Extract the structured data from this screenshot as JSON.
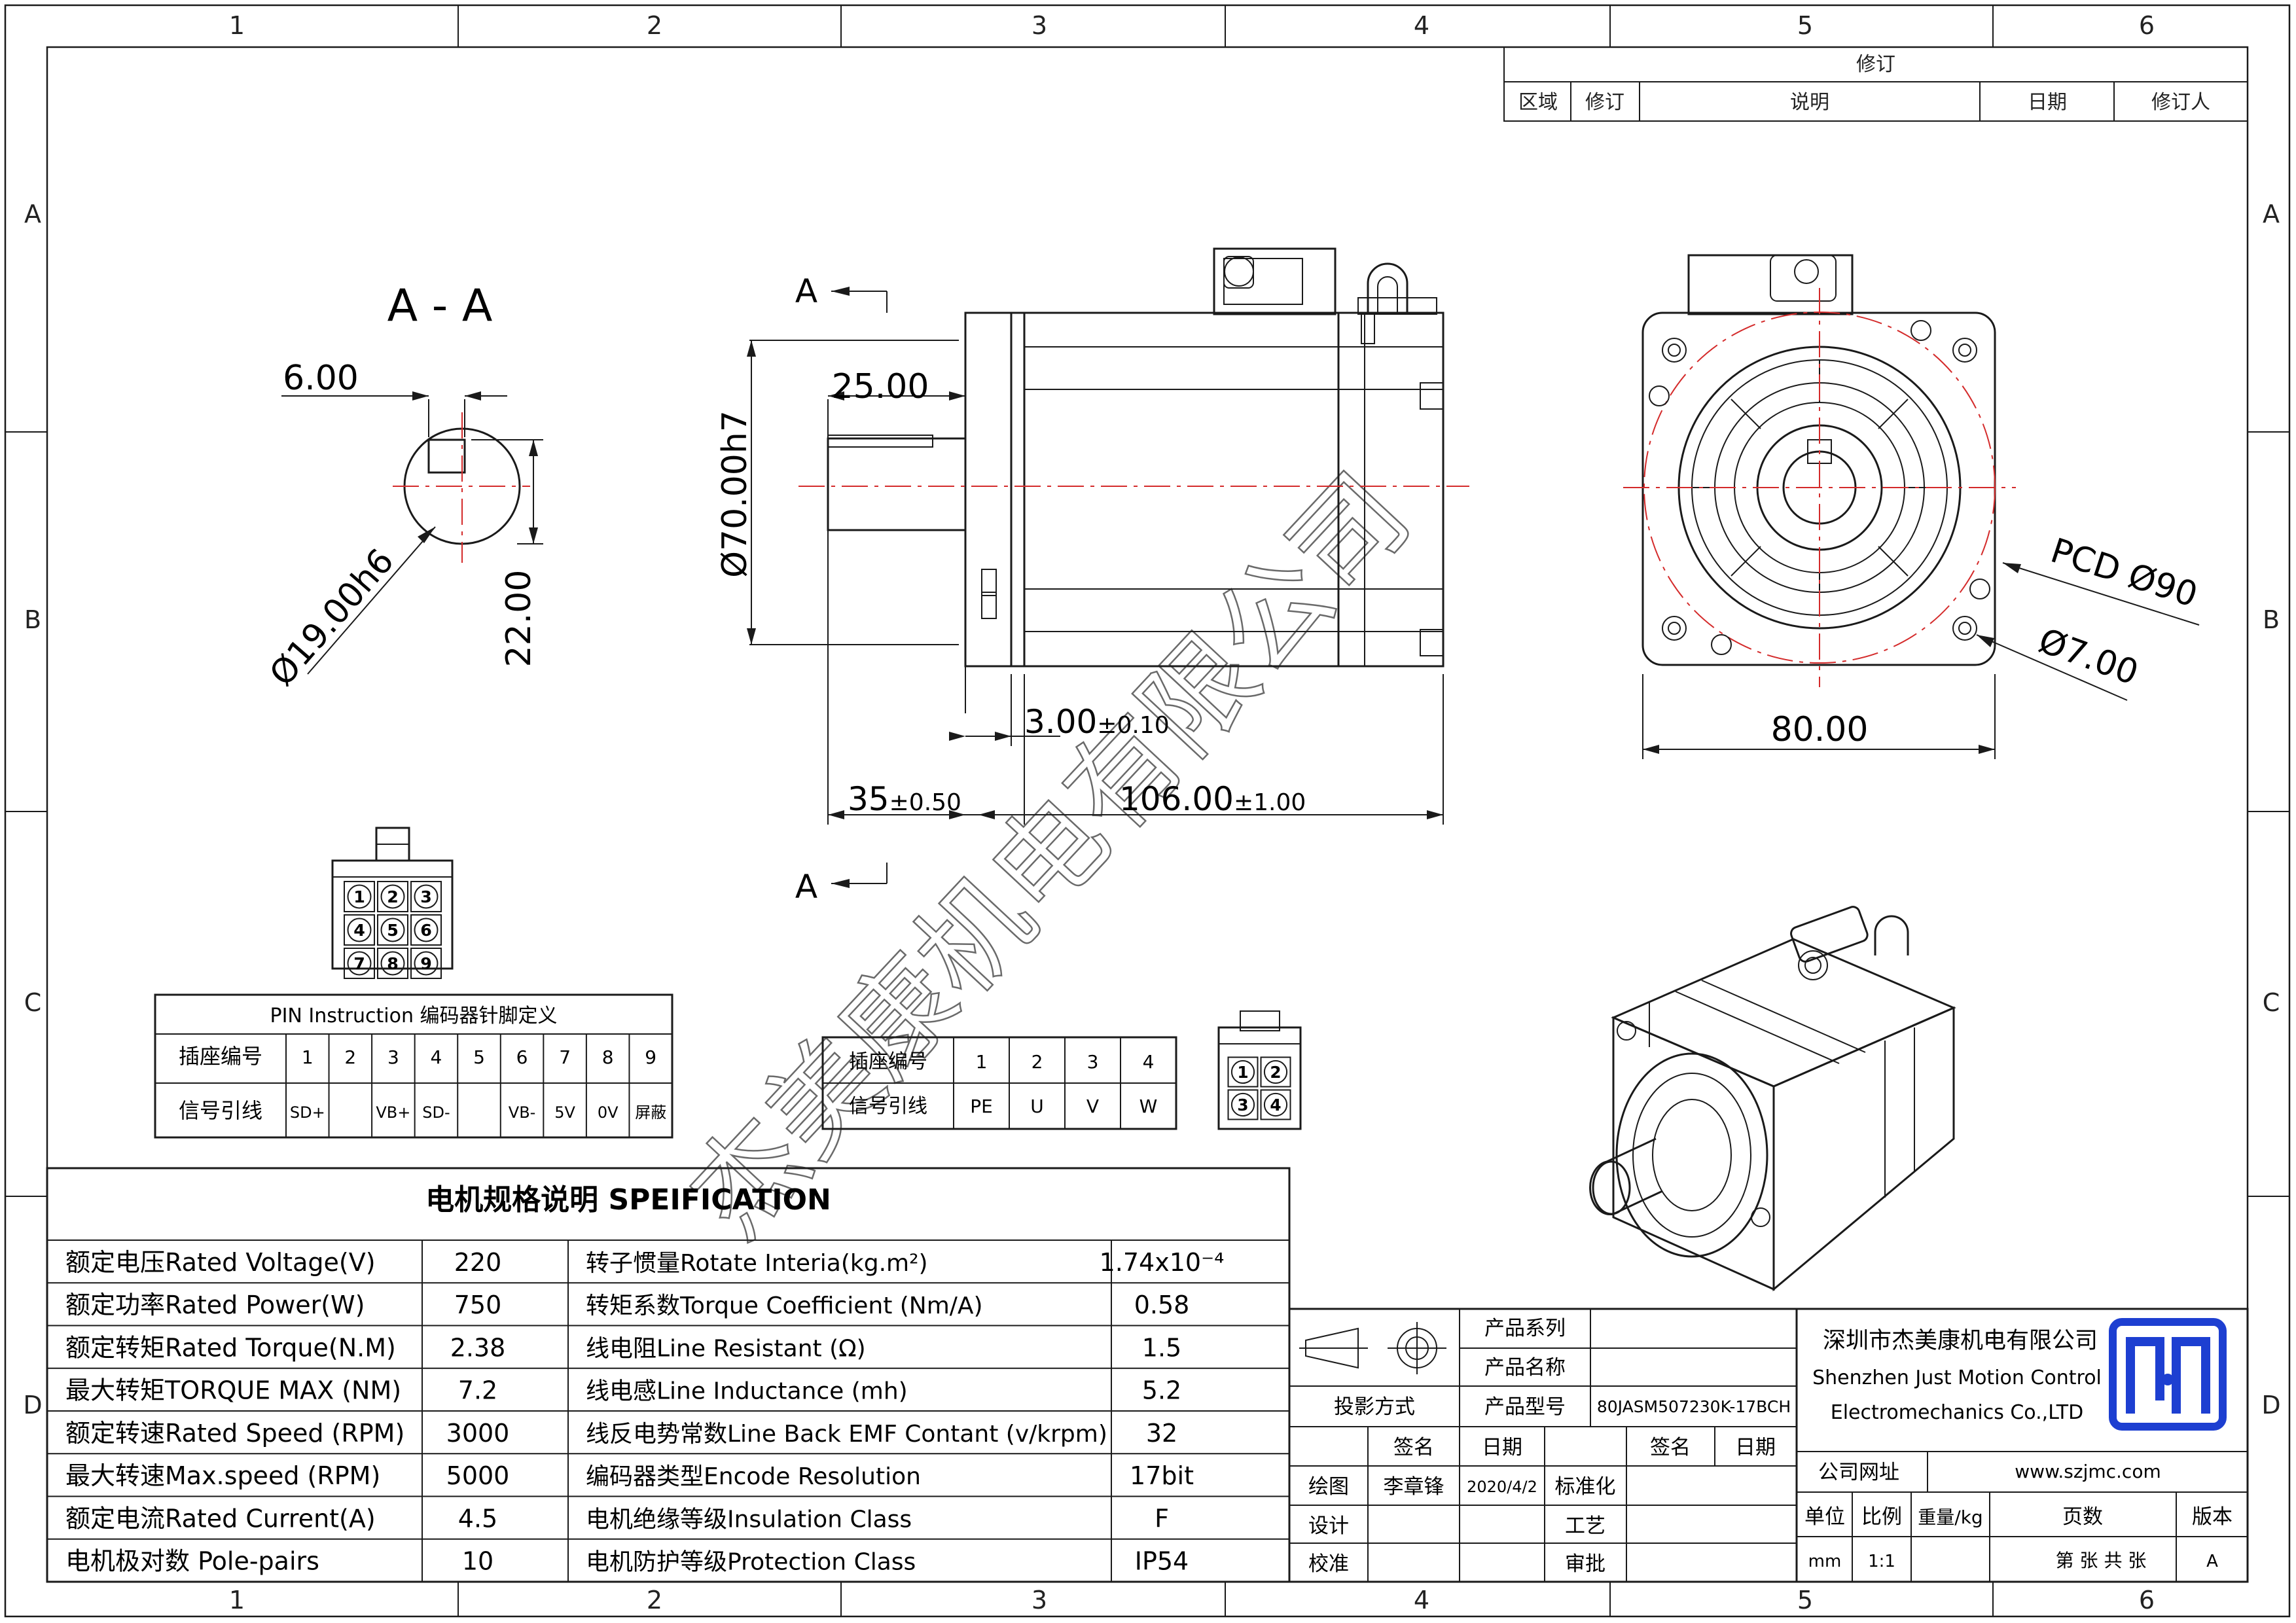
{
  "frame": {
    "columns": [
      "1",
      "2",
      "3",
      "4",
      "5",
      "6"
    ],
    "rows": [
      "A",
      "B",
      "C",
      "D"
    ]
  },
  "revision": {
    "title": "修订",
    "headers": [
      "区域",
      "修订",
      "说明",
      "日期",
      "修订人"
    ]
  },
  "section_view": {
    "label": "A - A",
    "key_width": "6.00",
    "shaft_dia": "Ø19.00h6",
    "key_height": "22.00"
  },
  "side_view": {
    "section_mark_top": "A",
    "section_mark_bottom": "A",
    "shaft_length": "25.00",
    "flange_dia": "Ø70.00h7",
    "flange_thickness": "3.00",
    "flange_thickness_tol": "±0.10",
    "shaft_total": "35",
    "shaft_total_tol": "±0.50",
    "body_length": "106.00",
    "body_length_tol": "±1.00"
  },
  "front_view": {
    "pcd": "PCD Ø90",
    "hole": "Ø7.00",
    "width": "80.00"
  },
  "encoder_connector": {
    "pins": [
      "1",
      "2",
      "3",
      "4",
      "5",
      "6",
      "7",
      "8",
      "9"
    ]
  },
  "power_connector": {
    "pins": [
      "1",
      "2",
      "3",
      "4"
    ]
  },
  "pin_table": {
    "title": "PIN Instruction 编码器针脚定义",
    "row1_label": "插座编号",
    "row1": [
      "1",
      "2",
      "3",
      "4",
      "5",
      "6",
      "7",
      "8",
      "9"
    ],
    "row2_label": "信号引线",
    "row2": [
      "SD+",
      "",
      "VB+",
      "SD-",
      "",
      "VB-",
      "5V",
      "0V",
      "屏蔽"
    ]
  },
  "power_table": {
    "row1_label": "插座编号",
    "row1": [
      "1",
      "2",
      "3",
      "4"
    ],
    "row2_label": "信号引线",
    "row2": [
      "PE",
      "U",
      "V",
      "W"
    ]
  },
  "spec": {
    "title": "电机规格说明 SPEIFICATION",
    "left": [
      {
        "label": "额定电压Rated Voltage(V)",
        "value": "220"
      },
      {
        "label": "额定功率Rated Power(W)",
        "value": "750"
      },
      {
        "label": "额定转矩Rated Torque(N.M)",
        "value": "2.38"
      },
      {
        "label": "最大转矩TORQUE MAX (NM)",
        "value": "7.2"
      },
      {
        "label": "额定转速Rated Speed (RPM)",
        "value": "3000"
      },
      {
        "label": "最大转速Max.speed (RPM)",
        "value": "5000"
      },
      {
        "label": "额定电流Rated Current(A)",
        "value": "4.5"
      },
      {
        "label": "电机极对数 Pole-pairs",
        "value": "10"
      }
    ],
    "right": [
      {
        "label": "转子惯量Rotate Interia(kg.m²)",
        "value": "1.74x10⁻⁴"
      },
      {
        "label": "转矩系数Torque Coefficient (Nm/A)",
        "value": "0.58"
      },
      {
        "label": "线电阻Line Resistant (Ω)",
        "value": "1.5"
      },
      {
        "label": "线电感Line Inductance (mh)",
        "value": "5.2"
      },
      {
        "label": "线反电势常数Line Back EMF Contant (v/krpm)",
        "value": "32"
      },
      {
        "label": "编码器类型Encode Resolution",
        "value": "17bit"
      },
      {
        "label": "电机绝缘等级Insulation Class",
        "value": "F"
      },
      {
        "label": "电机防护等级Protection Class",
        "value": "IP54"
      }
    ]
  },
  "title_block": {
    "product_series_label": "产品系列",
    "product_name_label": "产品名称",
    "projection_label": "投影方式",
    "model_label": "产品型号",
    "model_value": "80JASM507230K-17BCH",
    "sign_label": "签名",
    "date_label": "日期",
    "sign_label_2": "签名",
    "date_label_2": "日期",
    "draw_label": "绘图",
    "drawer": "李章锋",
    "draw_date": "2020/4/2",
    "standard_label": "标准化",
    "design_label": "设计",
    "process_label": "工艺",
    "check_label": "校准",
    "approve_label": "审批",
    "company_cn": "深圳市杰美康机电有限公司",
    "company_en_1": "Shenzhen Just Motion Control",
    "company_en_2": "Electromechanics Co.,LTD",
    "website_label": "公司网址",
    "website": "www.szjmc.com",
    "unit_label": "单位",
    "scale_label": "比例",
    "weight_label": "重量/kg",
    "pages_label": "页数",
    "version_label": "版本",
    "unit_value": "mm",
    "scale_value": "1:1",
    "pages_value": "第 张 共 张",
    "version_value": "A"
  },
  "watermark": "杰美康机电有限公司",
  "colors": {
    "line": "#1a1a1a",
    "centerline": "#d42b2b",
    "logo": "#1d3fd1",
    "watermark": "#6a6a6a"
  }
}
